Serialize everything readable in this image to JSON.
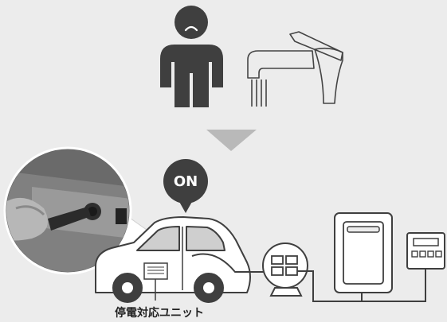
{
  "badge": {
    "text": "ON"
  },
  "labels": {
    "unit": "停電対応ユニット"
  },
  "icons": {
    "person": "person-sad-icon",
    "faucet": "faucet-icon",
    "arrow": "arrow-down-icon",
    "car": "car-icon",
    "plug_photo": "charging-plug-photo",
    "pump": "pump-icon",
    "water_heater": "water-heater-icon",
    "remote": "remote-controller-icon"
  },
  "colors": {
    "background": "#ececec",
    "dark": "#3f3f3f",
    "arrow": "#b9b9b9",
    "line": "#444444"
  }
}
